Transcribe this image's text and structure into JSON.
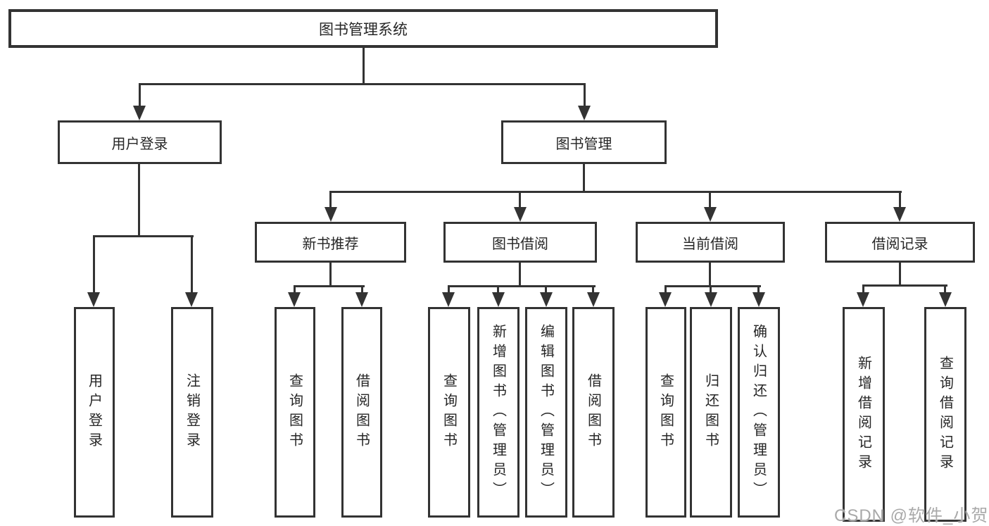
{
  "nodes": {
    "root": {
      "label": "图书管理系统"
    },
    "user_login": {
      "label": "用户登录"
    },
    "book_management": {
      "label": "图书管理"
    },
    "new_book_recommend": {
      "label": "新书推荐"
    },
    "book_borrow": {
      "label": "图书借阅"
    },
    "current_borrow": {
      "label": "当前借阅"
    },
    "borrow_record": {
      "label": "借阅记录"
    }
  },
  "leaves": {
    "user_login": [
      {
        "label": "用户登录"
      },
      {
        "label": "注销登录"
      }
    ],
    "new_book_recommend": [
      {
        "label": "查询图书"
      },
      {
        "label": "借阅图书"
      }
    ],
    "book_borrow": [
      {
        "label": "查询图书"
      },
      {
        "label": "新增图书（管理员）"
      },
      {
        "label": "编辑图书（管理员）"
      },
      {
        "label": "借阅图书"
      }
    ],
    "current_borrow": [
      {
        "label": "查询图书"
      },
      {
        "label": "归还图书"
      },
      {
        "label": "确认归还（管理员）"
      }
    ],
    "borrow_record": [
      {
        "label": "新增借阅记录"
      },
      {
        "label": "查询借阅记录"
      }
    ]
  },
  "watermark": {
    "text": "CSDN @软件_小贺同学"
  },
  "colors": {
    "line": "#333333",
    "text": "#262626",
    "background": "#ffffff",
    "watermark": "#a9a9a9"
  }
}
